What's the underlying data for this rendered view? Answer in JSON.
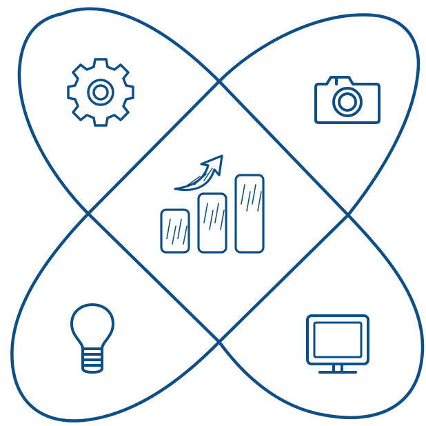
{
  "diagram": {
    "colors": {
      "primary": "#0d4f86",
      "background": "#ffffff"
    },
    "center_icon": "growth-bar-chart-icon",
    "corner_icons": [
      "gear-icon",
      "camera-icon",
      "lightbulb-icon",
      "monitor-icon"
    ],
    "center_chart": {
      "type": "bar",
      "values": [
        1.6,
        2.2,
        2.9
      ],
      "trend": "up-arrow"
    }
  }
}
